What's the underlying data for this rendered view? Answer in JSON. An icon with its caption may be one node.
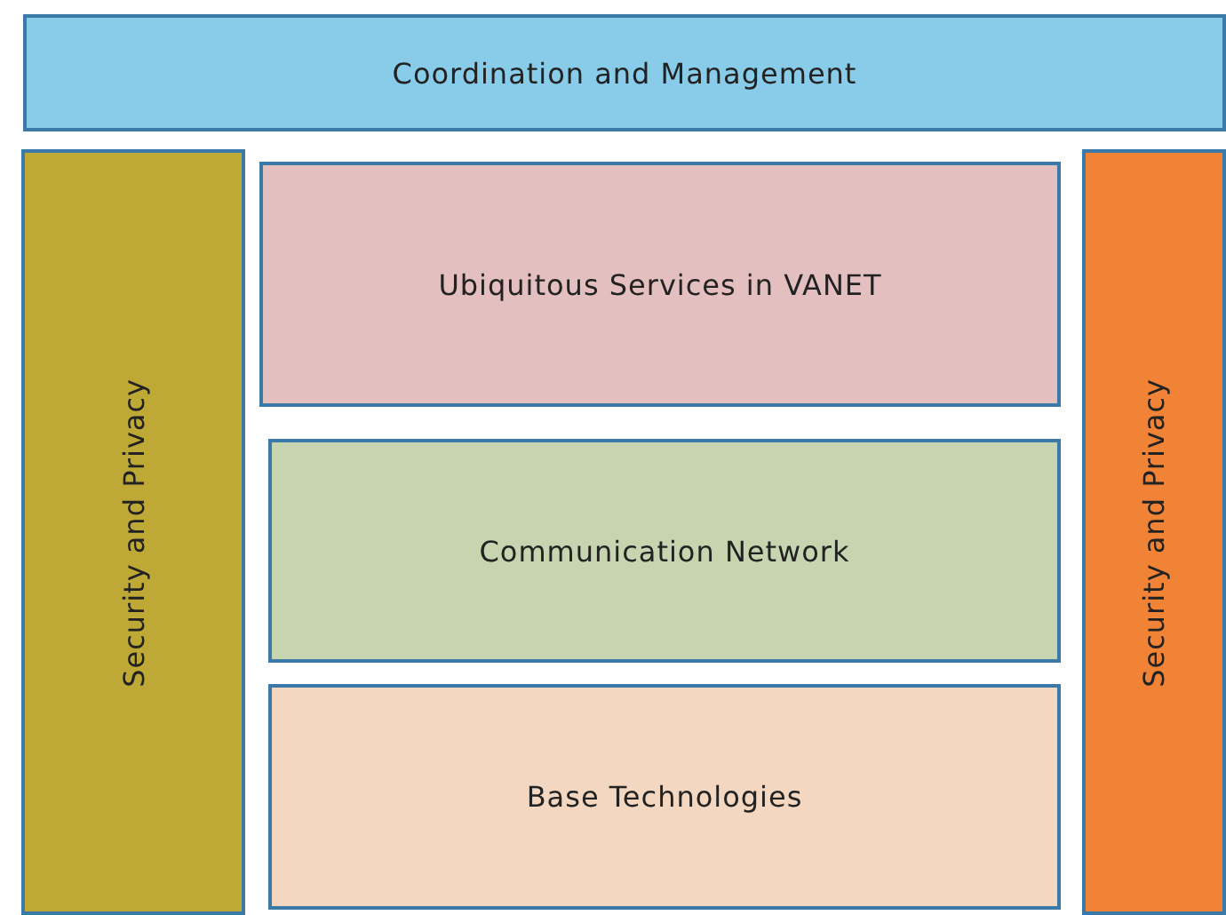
{
  "diagram": {
    "nodes": [
      {
        "text": [
          "Coordination and Management"
        ]
      },
      {
        "text": [
          "Security and Privacy"
        ]
      },
      {
        "text": [
          "Ubiquitous Services in VANET"
        ]
      },
      {
        "text": [
          "Communication Network"
        ]
      },
      {
        "text": [
          "Base Technologies"
        ]
      },
      {
        "text": [
          "Security and Privacy"
        ]
      }
    ]
  }
}
